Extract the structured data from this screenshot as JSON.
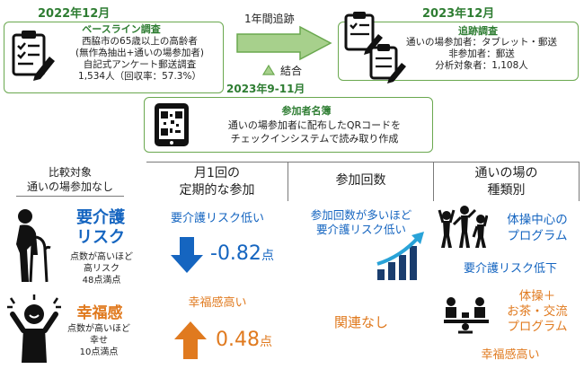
{
  "baseline": {
    "date": "2022年12月",
    "title": "ベースライン調査",
    "lines": [
      "西脇市の65歳以上の高齢者",
      "(無作為抽出+通いの場参加者)",
      "自記式アンケート郵送調査",
      "1,534人（回収率：57.3%）"
    ]
  },
  "arrow_label": "1年間追跡",
  "combine_label": "結合",
  "combine_date": "2023年9-11月",
  "followup": {
    "date": "2023年12月",
    "title": "追跡調査",
    "lines": [
      "通いの場参加者：タブレット・郵送",
      "非参加者：郵送",
      "分析対象者：1,108人"
    ]
  },
  "registry": {
    "title": "参加者名簿",
    "lines": [
      "通いの場参加者に配布したQRコードを",
      "チェックインシステムで読み取り作成"
    ]
  },
  "headers": {
    "compare": [
      "比較対象",
      "通いの場参加なし"
    ],
    "col1": [
      "月1回の",
      "定期的な参加"
    ],
    "col2": "参加回数",
    "col3": [
      "通いの場の",
      "種類別"
    ]
  },
  "row_care": {
    "label": [
      "要介護",
      "リスク"
    ],
    "desc": [
      "点数が高いほど",
      "高リスク",
      "48点満点"
    ],
    "col1_text": "要介護リスク低い",
    "col1_value": "-0.82",
    "col1_unit": "点",
    "col2_text": [
      "参加回数が多いほど",
      "要介護リスク低い"
    ],
    "col3_text": [
      "体操中心の",
      "プログラム"
    ],
    "col3_result": "要介護リスク低下"
  },
  "row_happy": {
    "label": "幸福感",
    "desc": [
      "点数が高いほど",
      "幸せ",
      "10点満点"
    ],
    "col1_text": "幸福感高い",
    "col1_value": "0.48",
    "col1_unit": "点",
    "col2_text": "関連なし",
    "col3_text": [
      "体操＋",
      "お茶・交流",
      "プログラム"
    ],
    "col3_result": "幸福感高い"
  },
  "colors": {
    "green": "#2e7d32",
    "blue": "#1565c0",
    "orange": "#e07a1f",
    "box_border": "#6aa84f"
  }
}
